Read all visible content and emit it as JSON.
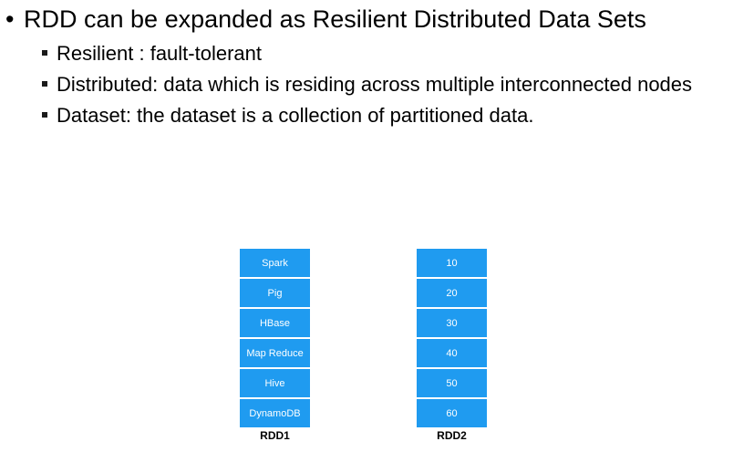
{
  "slide": {
    "heading": "RDD can be expanded as Resilient Distributed Data Sets",
    "bullets": [
      "Resilient : fault-tolerant",
      "Distributed: data which is residing across multiple interconnected nodes",
      "Dataset: the dataset is a collection of partitioned data."
    ]
  },
  "rdd1": {
    "label": "RDD1",
    "cells": [
      "Spark",
      "Pig",
      "HBase",
      "Map Reduce",
      "Hive",
      "DynamoDB"
    ]
  },
  "rdd2": {
    "label": "RDD2",
    "cells": [
      "10",
      "20",
      "30",
      "40",
      "50",
      "60"
    ]
  },
  "colors": {
    "cell_fill": "#1f9bf0",
    "cell_text": "#ffffff"
  }
}
